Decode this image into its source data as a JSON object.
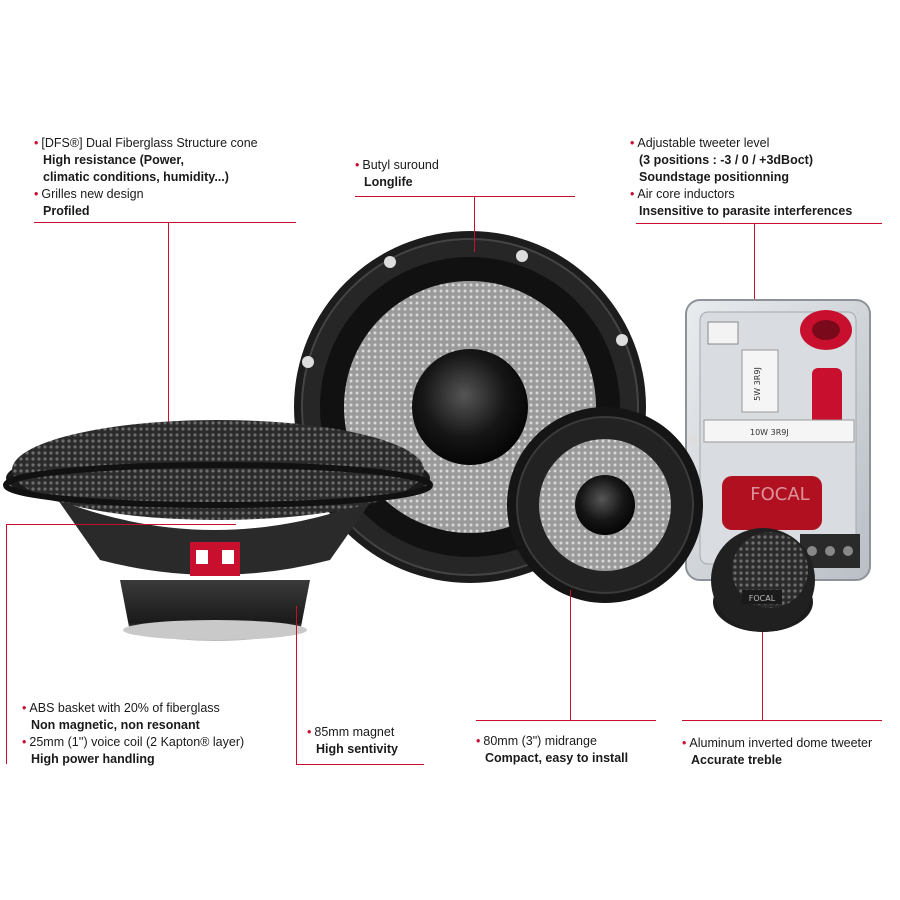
{
  "colors": {
    "accent": "#c8102e",
    "background": "#ffffff",
    "speaker_dark": "#1c1c1c",
    "grille": "#3a3a3a"
  },
  "callouts": {
    "cone": {
      "items": [
        {
          "feature": "[DFS®] Dual Fiberglass Structure cone",
          "benefit": [
            "High resistance (Power,",
            "climatic conditions, humidity...)"
          ]
        },
        {
          "feature": "Grilles new design",
          "benefit": [
            "Profiled"
          ]
        }
      ]
    },
    "surround": {
      "items": [
        {
          "feature": "Butyl suround",
          "benefit": [
            "Longlife"
          ]
        }
      ]
    },
    "crossover": {
      "items": [
        {
          "feature": "Adjustable tweeter level",
          "benefit": [
            "(3 positions : -3 / 0 / +3dBoct)",
            "Soundstage positionning"
          ]
        },
        {
          "feature": "Air core inductors",
          "benefit": [
            "Insensitive to parasite interferences"
          ]
        }
      ]
    },
    "basket": {
      "items": [
        {
          "feature": "ABS basket with 20% of fiberglass",
          "benefit": [
            "Non magnetic, non resonant"
          ]
        },
        {
          "feature": "25mm (1'') voice coil (2 Kapton® layer)",
          "benefit": [
            "High power handling"
          ]
        }
      ]
    },
    "magnet": {
      "items": [
        {
          "feature": "85mm magnet",
          "benefit": [
            "High sentivity"
          ]
        }
      ]
    },
    "midrange": {
      "items": [
        {
          "feature": "80mm (3\") midrange",
          "benefit": [
            "Compact, easy to install"
          ]
        }
      ]
    },
    "tweeter": {
      "items": [
        {
          "feature": "Aluminum inverted dome tweeter",
          "benefit": [
            "Accurate treble"
          ]
        }
      ]
    }
  },
  "product_markings": {
    "brand": "FOCAL",
    "resistor_1": "5W 3R9J",
    "resistor_2": "10W 3R9J"
  }
}
